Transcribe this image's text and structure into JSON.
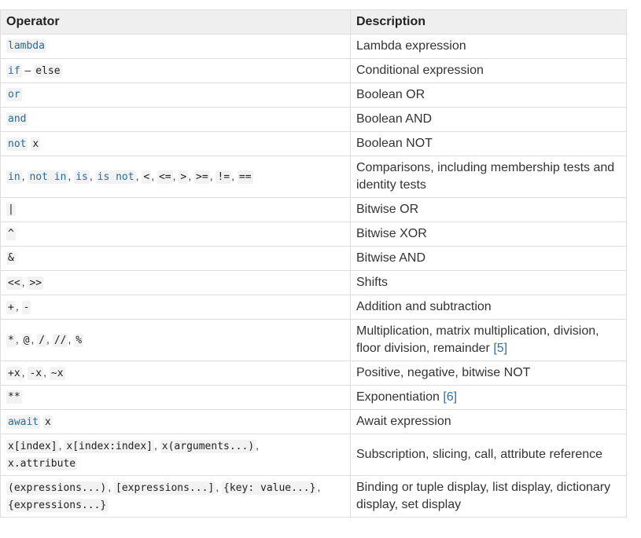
{
  "table": {
    "headers": {
      "operator": "Operator",
      "description": "Description"
    },
    "rows": [
      {
        "op": [
          [
            "kw",
            "lambda"
          ]
        ],
        "desc": "Lambda expression"
      },
      {
        "op": [
          [
            "kw",
            "if"
          ],
          [
            "sep",
            " – "
          ],
          [
            "plain",
            "else"
          ]
        ],
        "desc": "Conditional expression"
      },
      {
        "op": [
          [
            "kw",
            "or"
          ]
        ],
        "desc": "Boolean OR"
      },
      {
        "op": [
          [
            "kw",
            "and"
          ]
        ],
        "desc": "Boolean AND"
      },
      {
        "op": [
          [
            "kw",
            "not"
          ],
          [
            "sep",
            " "
          ],
          [
            "plain",
            "x"
          ]
        ],
        "desc": "Boolean NOT"
      },
      {
        "op": [
          [
            "kw",
            "in"
          ],
          [
            "sep",
            ", "
          ],
          [
            "kw",
            "not in"
          ],
          [
            "sep",
            ", "
          ],
          [
            "kw",
            "is"
          ],
          [
            "sep",
            ", "
          ],
          [
            "kw",
            "is not"
          ],
          [
            "sep",
            ", "
          ],
          [
            "plain",
            "<"
          ],
          [
            "sep",
            ", "
          ],
          [
            "plain",
            "<="
          ],
          [
            "sep",
            ", "
          ],
          [
            "plain",
            ">"
          ],
          [
            "sep",
            ", "
          ],
          [
            "plain",
            ">="
          ],
          [
            "sep",
            ", "
          ],
          [
            "plain",
            "!="
          ],
          [
            "sep",
            ", "
          ],
          [
            "plain",
            "=="
          ]
        ],
        "desc": "Comparisons, including membership tests and identity tests",
        "tall": true
      },
      {
        "op": [
          [
            "plain",
            "|"
          ]
        ],
        "desc": "Bitwise OR"
      },
      {
        "op": [
          [
            "plain",
            "^"
          ]
        ],
        "desc": "Bitwise XOR"
      },
      {
        "op": [
          [
            "plain",
            "&"
          ]
        ],
        "desc": "Bitwise AND"
      },
      {
        "op": [
          [
            "plain",
            "<<"
          ],
          [
            "sep",
            ", "
          ],
          [
            "plain",
            ">>"
          ]
        ],
        "desc": "Shifts"
      },
      {
        "op": [
          [
            "plain",
            "+"
          ],
          [
            "sep",
            ", "
          ],
          [
            "plain",
            "-"
          ]
        ],
        "desc": "Addition and subtraction"
      },
      {
        "op": [
          [
            "plain",
            "*"
          ],
          [
            "sep",
            ", "
          ],
          [
            "plain",
            "@"
          ],
          [
            "sep",
            ", "
          ],
          [
            "plain",
            "/"
          ],
          [
            "sep",
            ", "
          ],
          [
            "plain",
            "//"
          ],
          [
            "sep",
            ", "
          ],
          [
            "plain",
            "%"
          ]
        ],
        "desc": "Multiplication, matrix multiplication, division, floor division, remainder",
        "ref": "[5]",
        "tall": true
      },
      {
        "op": [
          [
            "plain",
            "+x"
          ],
          [
            "sep",
            ", "
          ],
          [
            "plain",
            "-x"
          ],
          [
            "sep",
            ", "
          ],
          [
            "plain",
            "~x"
          ]
        ],
        "desc": "Positive, negative, bitwise NOT"
      },
      {
        "op": [
          [
            "plain",
            "**"
          ]
        ],
        "desc": "Exponentiation",
        "ref": "[6]"
      },
      {
        "op": [
          [
            "kw",
            "await"
          ],
          [
            "sep",
            " "
          ],
          [
            "plain",
            "x"
          ]
        ],
        "desc": "Await expression"
      },
      {
        "op": [
          [
            "plain",
            "x[index]"
          ],
          [
            "sep",
            ", "
          ],
          [
            "plain",
            "x[index:index]"
          ],
          [
            "sep",
            ", "
          ],
          [
            "plain",
            "x(arguments...)"
          ],
          [
            "sep",
            ", "
          ],
          [
            "br",
            ""
          ],
          [
            "plain",
            "x.attribute"
          ]
        ],
        "desc": "Subscription, slicing, call, attribute reference",
        "tall": true
      },
      {
        "op": [
          [
            "plain",
            "(expressions...)"
          ],
          [
            "sep",
            ", "
          ],
          [
            "plain",
            "[expressions...]"
          ],
          [
            "sep",
            ", "
          ],
          [
            "plain",
            "{key: value...}"
          ],
          [
            "sep",
            ", "
          ],
          [
            "br",
            ""
          ],
          [
            "plain",
            "{expressions...}"
          ]
        ],
        "desc": "Binding or tuple display, list display, dictionary display, set display",
        "tall": true
      }
    ]
  }
}
